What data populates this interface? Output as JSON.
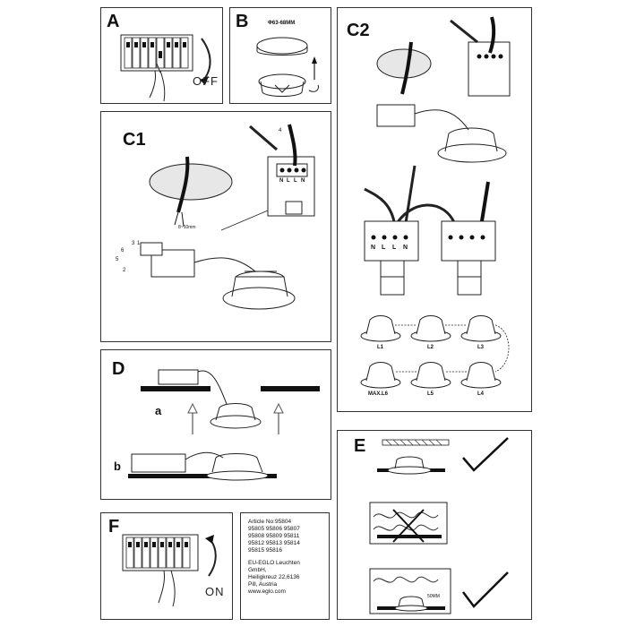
{
  "panels": {
    "a": {
      "letter": "A",
      "state_label": "OFF"
    },
    "b": {
      "letter": "B",
      "hole_size": "Φ63-68MM"
    },
    "c1": {
      "letter": "C1",
      "step_numbers": [
        "1",
        "2",
        "3",
        "4",
        "5",
        "6"
      ],
      "terminal_labels": [
        "N",
        "L",
        "L",
        "N"
      ],
      "strip_length": "8~10mm"
    },
    "c2": {
      "letter": "C2",
      "terminal_labels": [
        "N",
        "L",
        "L",
        "N"
      ],
      "lamp_labels": [
        "L1",
        "L2",
        "L3",
        "L4",
        "L5",
        "MAX.L6"
      ]
    },
    "d": {
      "letter": "D",
      "sub_a": "a",
      "sub_b": "b"
    },
    "e": {
      "letter": "E",
      "clearance_label": "50MM"
    },
    "f": {
      "letter": "F",
      "state_label": "ON"
    }
  },
  "info": {
    "article_lines": [
      "Article No:95804",
      "95805 95806 95807",
      "95808 95809 95811",
      "95812 95813 95814",
      "95815 95816"
    ],
    "company_lines": [
      "EU-EGLO Leuchten",
      "GmbH,",
      "Heiligkreuz 22,6136",
      "Pill, Austria",
      "www.eglo.com"
    ]
  }
}
